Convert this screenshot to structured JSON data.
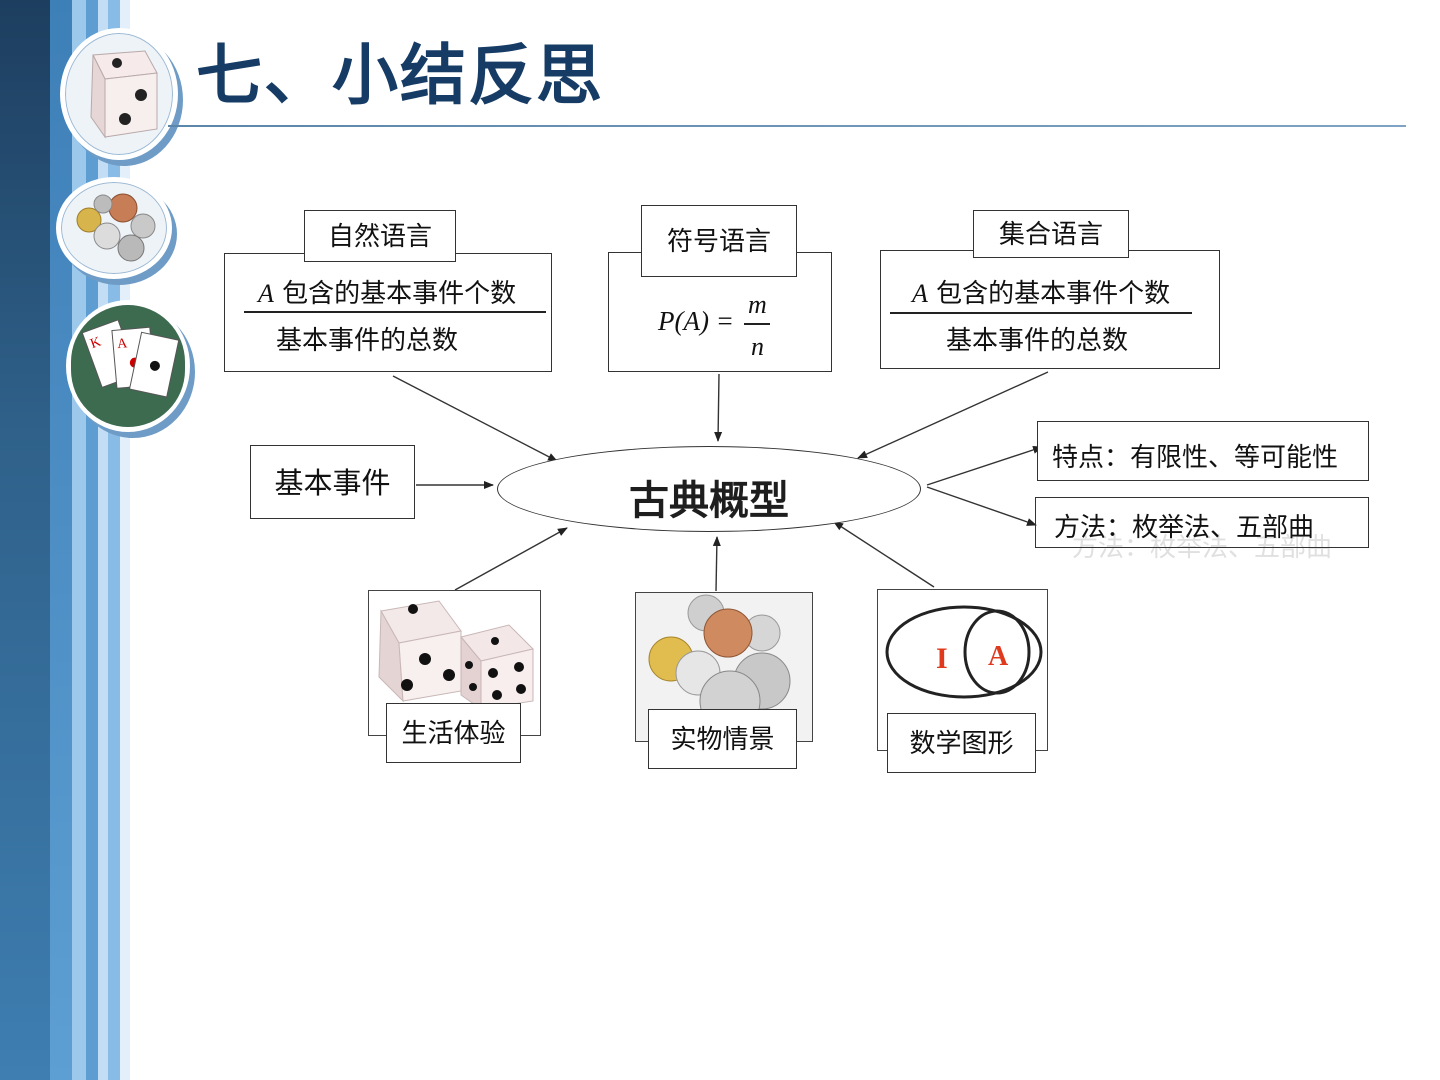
{
  "slide": {
    "title": "七、小结反思"
  },
  "sections": {
    "natural": {
      "tag": "自然语言",
      "numerator_var": "A",
      "numerator_text": "包含的基本事件个数",
      "denominator": "基本事件的总数"
    },
    "symbolic": {
      "tag": "符号语言",
      "formula_lhs": "P(A) =",
      "formula_num": "m",
      "formula_den": "n"
    },
    "set": {
      "tag": "集合语言",
      "numerator_var": "A",
      "numerator_text": "包含的基本事件个数",
      "denominator": "基本事件的总数"
    }
  },
  "center": {
    "label": "古典概型"
  },
  "left_node": {
    "label": "基本事件"
  },
  "right_nodes": {
    "features": "特点：有限性、等可能性",
    "methods": "方法：枚举法、五部曲"
  },
  "watermark_text": "方法：枚举法、五部曲",
  "bottom_nodes": {
    "life": "生活体验",
    "objects": "实物情景",
    "math": "数学图形"
  },
  "venn": {
    "outer_label": "I",
    "inner_label": "A",
    "label_color": "#e03a1e"
  },
  "colors": {
    "title": "#163c66",
    "band_dark": "#1d3e5f",
    "band_light": "#9cc8ec"
  }
}
